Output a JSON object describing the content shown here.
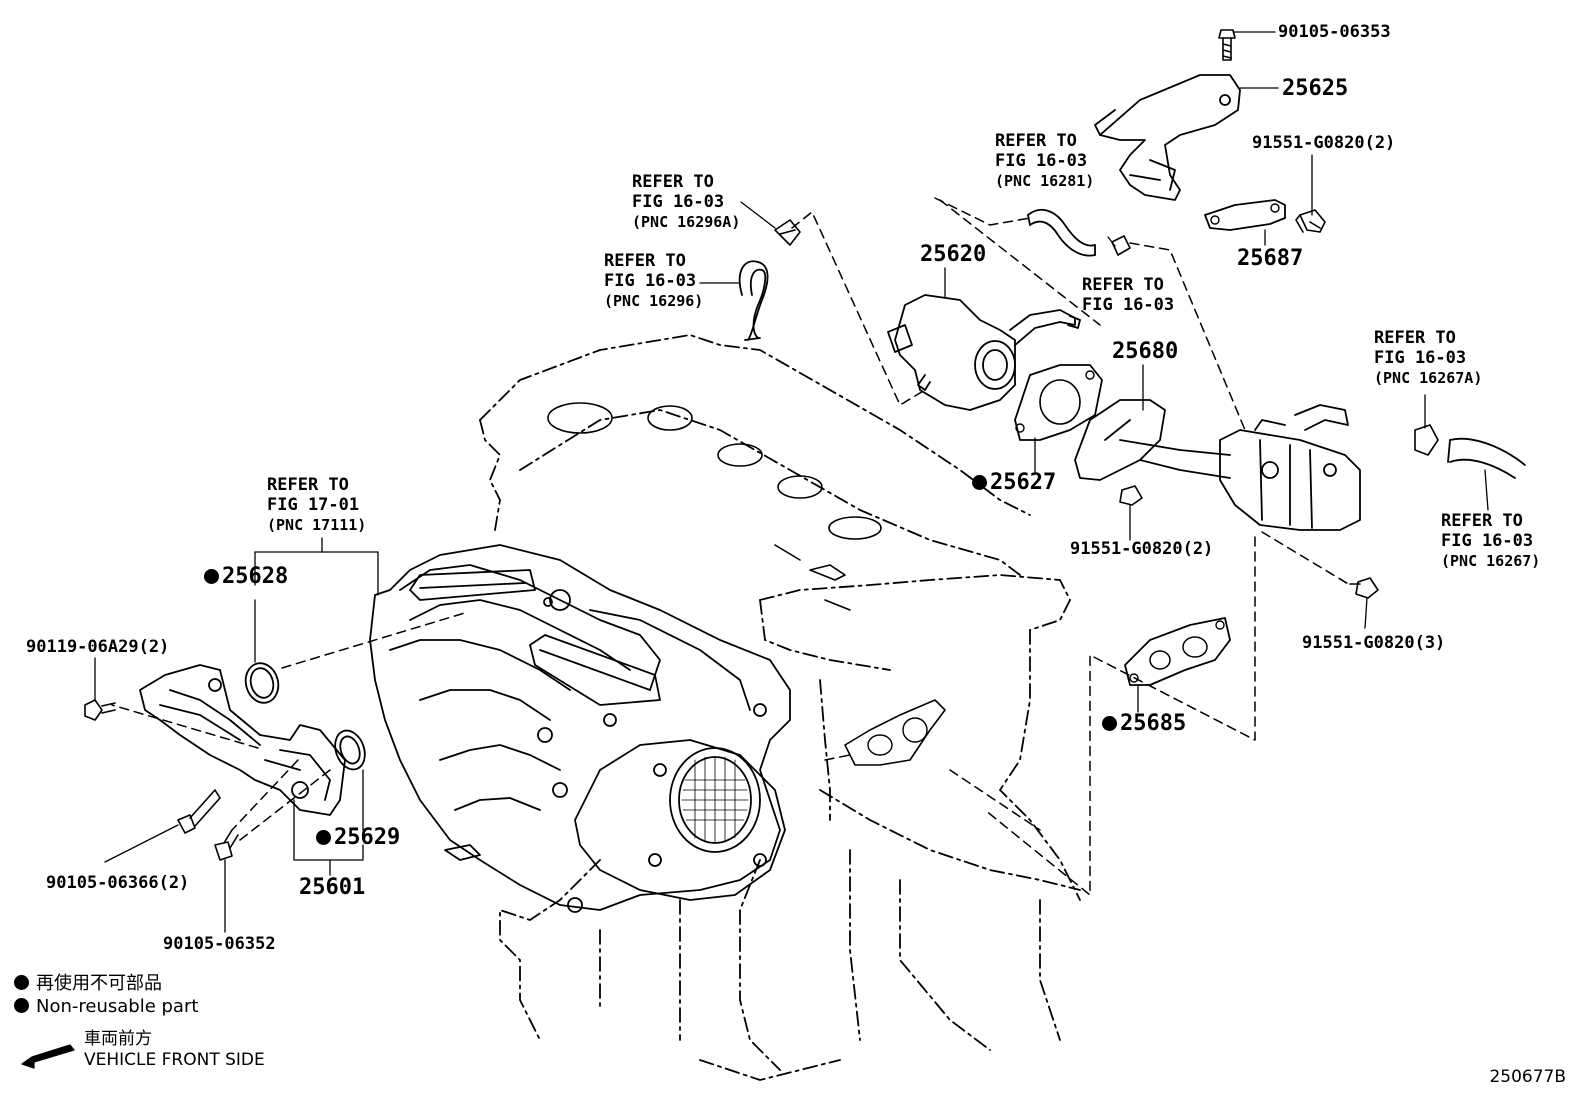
{
  "refer_labels": {
    "r16296a": [
      "REFER TO",
      "FIG 16-03",
      "(PNC 16296A)"
    ],
    "r16296": [
      "REFER TO",
      "FIG 16-03",
      "(PNC 16296)"
    ],
    "r16281": [
      "REFER TO",
      "FIG 16-03",
      "(PNC 16281)"
    ],
    "r1603": [
      "REFER TO",
      "FIG 16-03"
    ],
    "r16267a": [
      "REFER TO",
      "FIG 16-03",
      "(PNC 16267A)"
    ],
    "r16267": [
      "REFER TO",
      "FIG 16-03",
      "(PNC 16267)"
    ],
    "r17111": [
      "REFER TO",
      "FIG 17-01",
      "(PNC 17111)"
    ]
  },
  "part_labels": {
    "p90105_06353": "90105-06353",
    "p25625": "25625",
    "p91551_g0820_2a": "91551-G0820(2)",
    "p25687": "25687",
    "p25620": "25620",
    "p25680": "25680",
    "p25627": "25627",
    "p91551_g0820_2b": "91551-G0820(2)",
    "p91551_g0820_3": "91551-G0820(3)",
    "p25685": "25685",
    "p25628": "25628",
    "p90119_06a29": "90119-06A29(2)",
    "p25629": "25629",
    "p25601": "25601",
    "p90105_06366": "90105-06366(2)",
    "p90105_06352": "90105-06352"
  },
  "legend": {
    "jp": "再使用不可部品",
    "en": "Non-reusable part",
    "front_jp": "車両前方",
    "front_en": "VEHICLE FRONT SIDE"
  },
  "figure_id": "250677B",
  "icons": {
    "non_reusable_marker": "filled-circle",
    "front_direction": "arrow-left-down"
  }
}
